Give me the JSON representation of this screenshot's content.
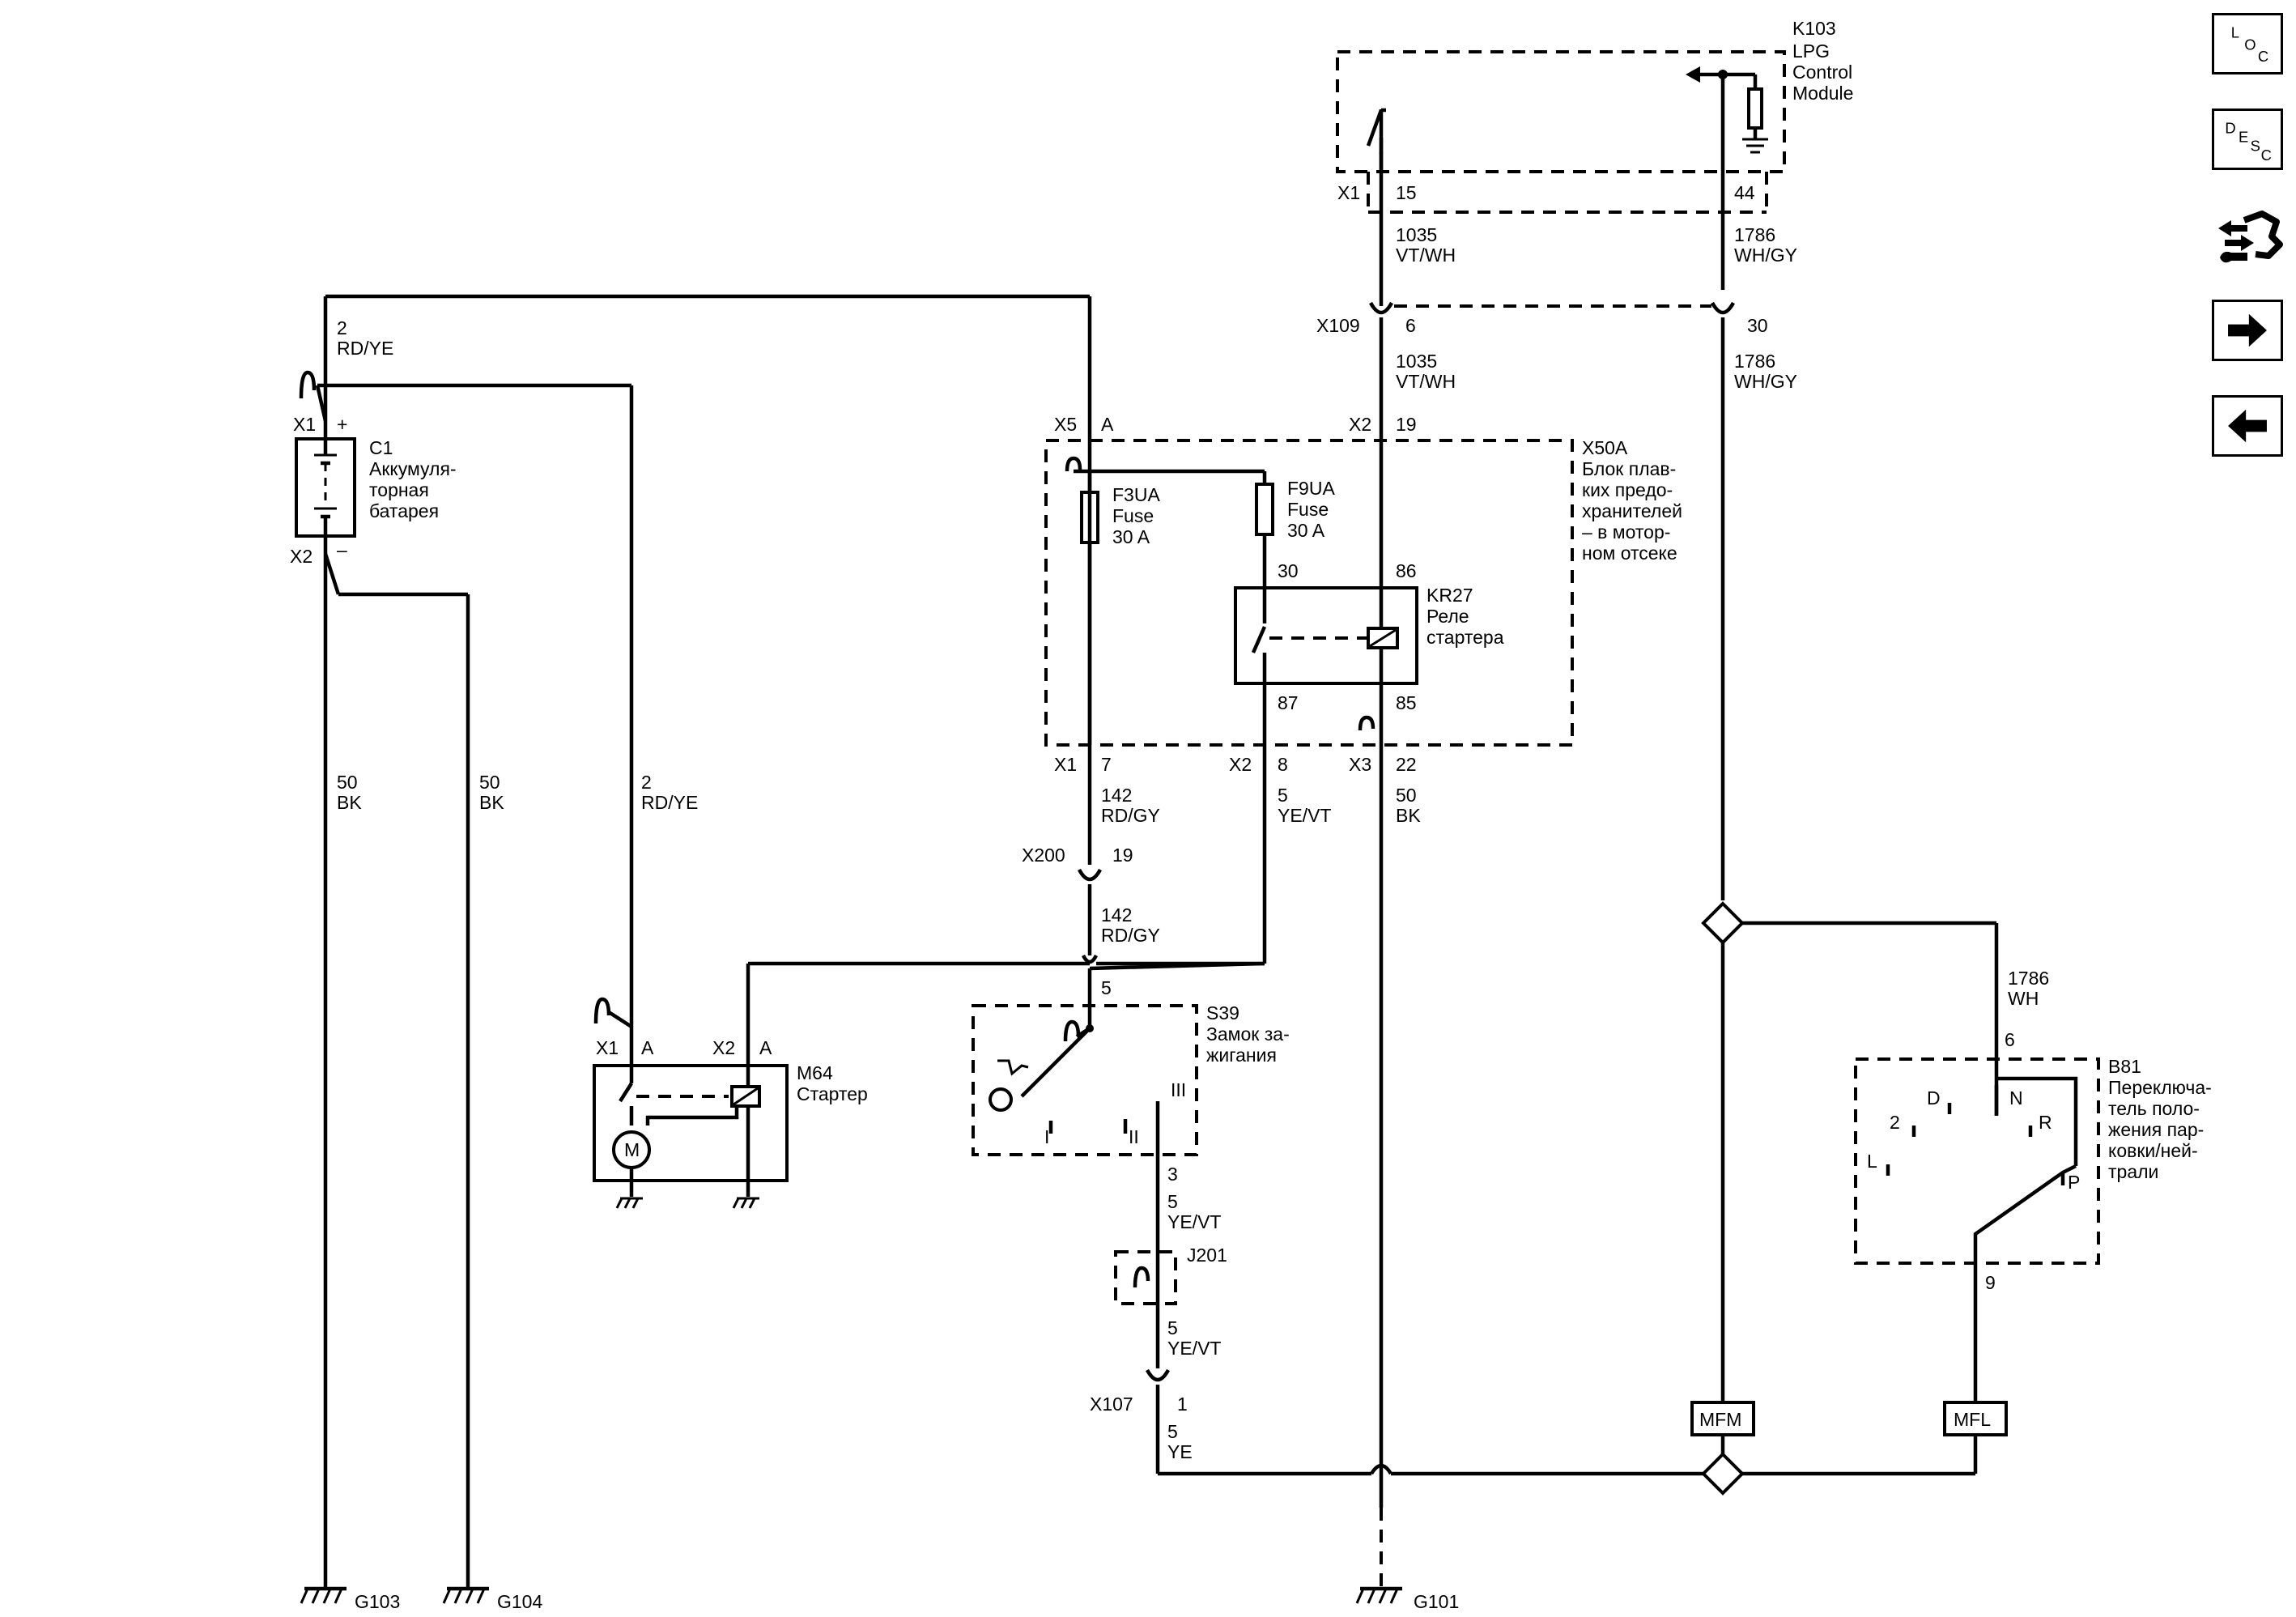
{
  "components": {
    "k103": {
      "ref": "K103",
      "line1": "LPG",
      "line2": "Control",
      "line3": "Module"
    },
    "x50a": {
      "ref": "X50A",
      "l1": "Блок плав-",
      "l2": "ких предо-",
      "l3": "хранителей",
      "l4": "– в мотор-",
      "l5": "ном отсеке"
    },
    "c1": {
      "ref": "C1",
      "l1": "Аккумуля-",
      "l2": "торная",
      "l3": "батарея"
    },
    "f3ua": {
      "ref": "F3UA",
      "l1": "Fuse",
      "l2": "30 A"
    },
    "f9ua": {
      "ref": "F9UA",
      "l1": "Fuse",
      "l2": "30 A"
    },
    "kr27": {
      "ref": "KR27",
      "l1": "Реле",
      "l2": "стартера"
    },
    "m64": {
      "ref": "M64",
      "l1": "Стартер",
      "motor": "M"
    },
    "s39": {
      "ref": "S39",
      "l1": "Замок за-",
      "l2": "жигания",
      "pos_i": "I",
      "pos_ii": "II",
      "pos_iii": "III"
    },
    "j201": {
      "ref": "J201"
    },
    "b81": {
      "ref": "B81",
      "l1": "Переключа-",
      "l2": "тель поло-",
      "l3": "жения пар-",
      "l4": "ковки/ней-",
      "l5": "трали",
      "p_d": "D",
      "p_n": "N",
      "p_2": "2",
      "p_r": "R",
      "p_l": "L",
      "p_p": "P"
    },
    "mfm": "MFM",
    "mfl": "MFL"
  },
  "connectors": {
    "x1": "X1",
    "x2": "X2",
    "x3": "X3",
    "x5": "X5",
    "x109": "X109",
    "x200": "X200",
    "x107": "X107"
  },
  "pins": {
    "k103_15": "15",
    "k103_44": "44",
    "x109_6": "6",
    "x109_30": "30",
    "x5_a": "A",
    "x2_19": "19",
    "r30": "30",
    "r86": "86",
    "r87": "87",
    "r85": "85",
    "x1_7": "7",
    "x2_8": "8",
    "x3_22": "22",
    "x200_19": "19",
    "s39_5": "5",
    "s39_3": "3",
    "x107_1": "1",
    "m64_a1": "A",
    "m64_a2": "A",
    "b81_6": "6",
    "b81_9": "9",
    "plus": "+",
    "minus": "–"
  },
  "wires": {
    "w1035_a": {
      "num": "1035",
      "color": "VT/WH"
    },
    "w1035_b": {
      "num": "1035",
      "color": "VT/WH"
    },
    "w1786_a": {
      "num": "1786",
      "color": "WH/GY"
    },
    "w1786_b": {
      "num": "1786",
      "color": "WH/GY"
    },
    "w1786_c": {
      "num": "1786",
      "color": "WH"
    },
    "w2_top": {
      "num": "2",
      "color": "RD/YE"
    },
    "w2_mid": {
      "num": "2",
      "color": "RD/YE"
    },
    "w50_a": {
      "num": "50",
      "color": "BK"
    },
    "w50_b": {
      "num": "50",
      "color": "BK"
    },
    "w50_c": {
      "num": "50",
      "color": "BK"
    },
    "w142_a": {
      "num": "142",
      "color": "RD/GY"
    },
    "w142_b": {
      "num": "142",
      "color": "RD/GY"
    },
    "w5_a": {
      "num": "5",
      "color": "YE/VT"
    },
    "w5_b": {
      "num": "5",
      "color": "YE/VT"
    },
    "w5_c": {
      "num": "5",
      "color": "YE/VT"
    },
    "w5_d": {
      "num": "5",
      "color": "YE"
    }
  },
  "grounds": {
    "g103": "G103",
    "g104": "G104",
    "g101": "G101"
  },
  "nav": {
    "loc": [
      "L",
      "O",
      "C"
    ],
    "desc": [
      "D",
      "E",
      "S",
      "C"
    ]
  },
  "icons": {
    "loc": "loc-icon",
    "desc": "desc-icon",
    "connector": "connector-tools-icon",
    "next": "arrow-right-icon",
    "prev": "arrow-left-icon"
  }
}
